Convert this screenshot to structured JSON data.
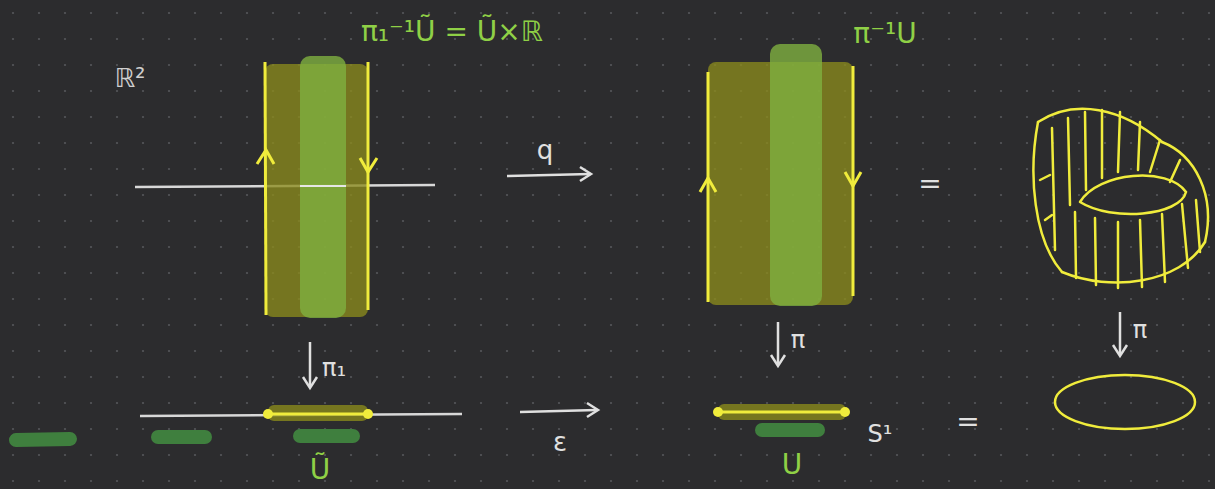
{
  "diagram": {
    "labels": [
      "π₁⁻¹Ũ = Ũ×ℝ",
      "π⁻¹U",
      "ℝ²",
      "q",
      "=",
      "π₁",
      "π",
      "π",
      "ε",
      "S¹",
      "=",
      "Ũ",
      "U"
    ]
  }
}
